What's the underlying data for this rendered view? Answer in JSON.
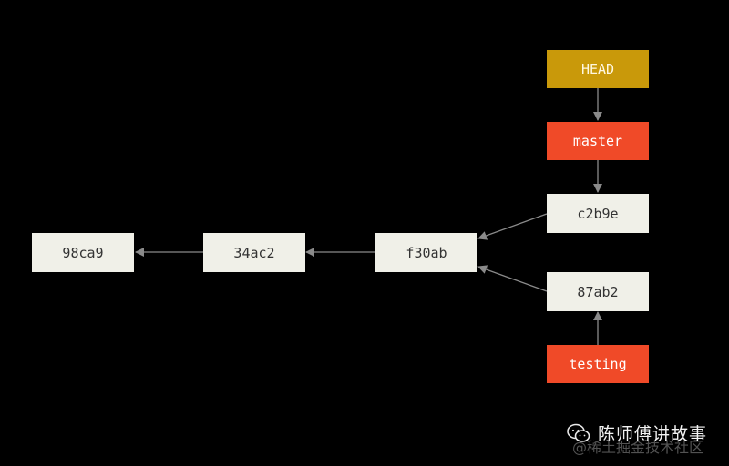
{
  "commits": [
    {
      "id": "98ca9"
    },
    {
      "id": "34ac2"
    },
    {
      "id": "f30ab"
    },
    {
      "id": "c2b9e"
    },
    {
      "id": "87ab2"
    }
  ],
  "refs": {
    "head": "HEAD",
    "master": "master",
    "testing": "testing"
  },
  "colors": {
    "background": "#000000",
    "commit_fill": "#f0f0e8",
    "head_fill": "#c9990a",
    "branch_fill": "#f04a28",
    "arrow": "#8a8a8a"
  },
  "watermark": {
    "main": "陈师傅讲故事",
    "sub": "@稀土掘金技术社区",
    "icon": "wechat-icon"
  }
}
